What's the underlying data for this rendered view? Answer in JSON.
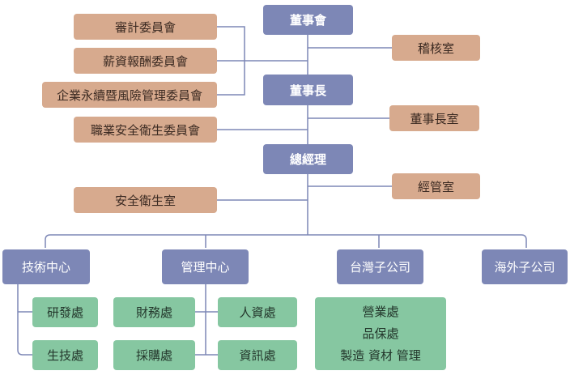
{
  "chart": {
    "board": "董事會",
    "chairman": "董事長",
    "gm": "總經理",
    "committees": {
      "audit": "審計委員會",
      "compensation": "薪資報酬委員會",
      "sustainability": "企業永續暨風險管理委員會",
      "safety": "職業安全衛生委員會"
    },
    "audit_office": "稽核室",
    "chairman_office": "董事長室",
    "management_office": "經管室",
    "safety_office": "安全衛生室",
    "divisions": {
      "tech": "技術中心",
      "mgmt": "管理中心",
      "taiwan": "台灣子公司",
      "overseas": "海外子公司"
    },
    "tech_units": [
      "研發處",
      "生技處"
    ],
    "mgmt_units": [
      "財務處",
      "人資處",
      "採購處",
      "資訊處"
    ],
    "taiwan_units": [
      "營業處",
      "品保處",
      "製造 資材 管理"
    ]
  },
  "colors": {
    "exec": "#7d87b6",
    "staff": "#d7aa8e",
    "unit": "#86c7a1",
    "connector": "#7d87b6"
  }
}
